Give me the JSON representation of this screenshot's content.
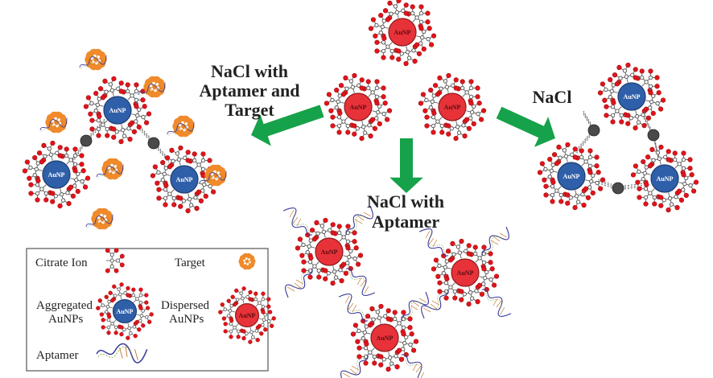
{
  "colors": {
    "dispersed_np": "#e8323a",
    "aggregated_np": "#2f5fa8",
    "np_text_dispersed": "#5a0d10",
    "np_text_aggregated": "#ffffff",
    "citrate_oxygen": "#e0141c",
    "citrate_carbon": "#9a9a9a",
    "arrow": "#16a24a",
    "bridge_ion": "#4a4a4a",
    "target": "#f08a2a",
    "aptamer": "#3a3a9a",
    "legend_border": "#555555"
  },
  "particle_label": "AuNP",
  "labels": {
    "left_condition": [
      "NaCl with",
      "Aptamer and",
      "Target"
    ],
    "right_condition": [
      "NaCl"
    ],
    "bottom_condition": [
      "NaCl with",
      "Aptamer"
    ]
  },
  "groups": {
    "initial": {
      "state": "dispersed",
      "count": 3
    },
    "with_aptamer_and_target": {
      "state": "aggregated",
      "count": 3,
      "bridges": 2,
      "targets": 7
    },
    "nacl_only": {
      "state": "aggregated",
      "count": 3,
      "bridges": 3
    },
    "with_aptamer": {
      "state": "dispersed",
      "count": 3,
      "aptamer_coated": true
    }
  },
  "legend": {
    "items": [
      {
        "label": [
          "Citrate Ion"
        ],
        "symbol": "citrate"
      },
      {
        "label": [
          "Target"
        ],
        "symbol": "target"
      },
      {
        "label": [
          "Aggregated",
          "AuNPs"
        ],
        "symbol": "aggregated"
      },
      {
        "label": [
          "Dispersed",
          "AuNPs"
        ],
        "symbol": "dispersed"
      },
      {
        "label": [
          "Aptamer"
        ],
        "symbol": "aptamer"
      }
    ]
  }
}
